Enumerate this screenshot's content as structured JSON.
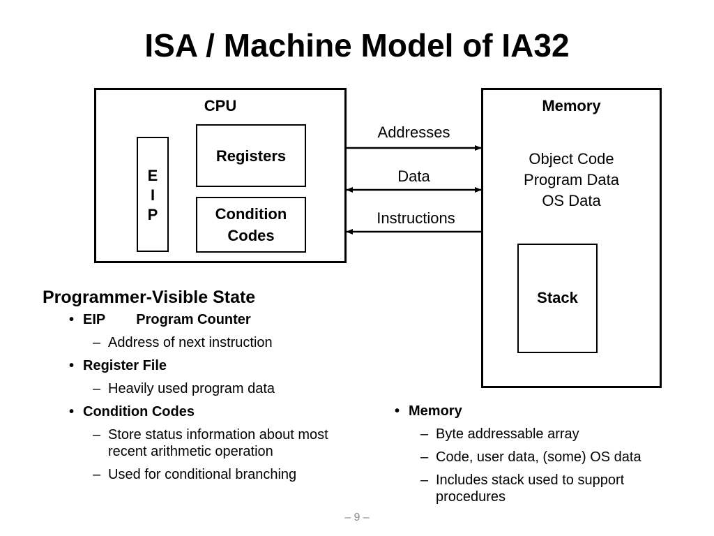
{
  "title": "ISA / Machine Model of IA32",
  "cpu": {
    "label": "CPU",
    "eip_letters": [
      "E",
      "I",
      "P"
    ],
    "registers": "Registers",
    "condition_codes": [
      "Condition",
      "Codes"
    ]
  },
  "memory": {
    "label": "Memory",
    "contents": [
      "Object Code",
      "Program Data",
      "OS Data"
    ],
    "stack": "Stack"
  },
  "arrows": {
    "addresses": "Addresses",
    "data": "Data",
    "instructions": "Instructions"
  },
  "state": {
    "heading": "Programmer-Visible State",
    "eip_term": "EIP",
    "eip_desc": "Program Counter",
    "eip_sub": "Address of next instruction",
    "regfile_term": "Register File",
    "regfile_sub": "Heavily used program data",
    "cc_term": "Condition Codes",
    "cc_sub1": "Store status information about most recent arithmetic operation",
    "cc_sub2": "Used for conditional branching"
  },
  "memory_notes": {
    "term": "Memory",
    "sub1": "Byte addressable array",
    "sub2": "Code, user data, (some) OS data",
    "sub3": "Includes stack used to support procedures"
  },
  "page_number": "– 9 –"
}
